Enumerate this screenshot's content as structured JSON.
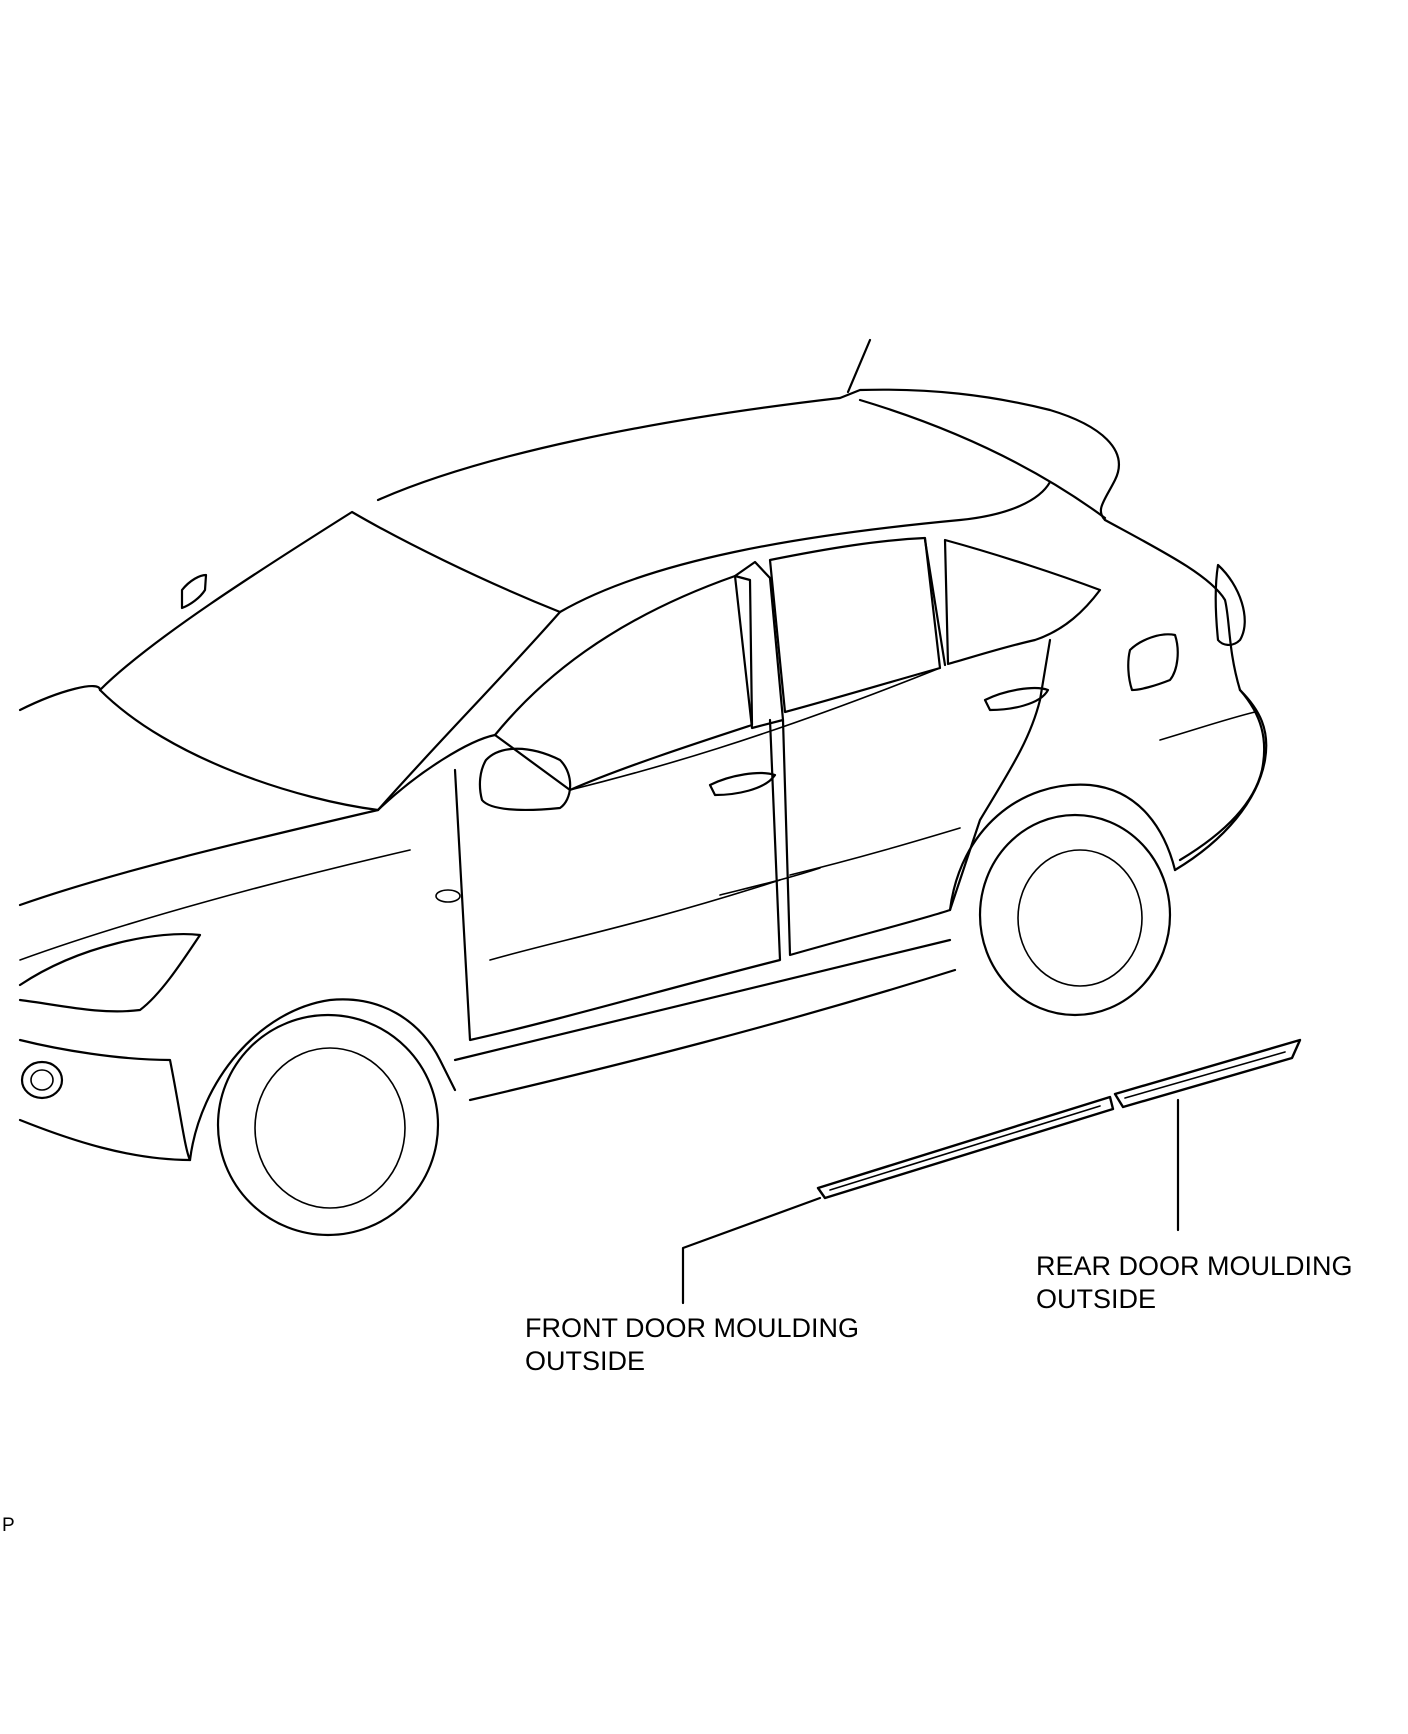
{
  "callouts": [
    {
      "id": "front",
      "lines": [
        "FRONT DOOR MOULDING",
        "OUTSIDE"
      ]
    },
    {
      "id": "rear",
      "lines": [
        "REAR DOOR MOULDING",
        "OUTSIDE"
      ]
    }
  ],
  "diagram_code": "P",
  "colors": {
    "line": "#000000",
    "background": "#ffffff"
  }
}
